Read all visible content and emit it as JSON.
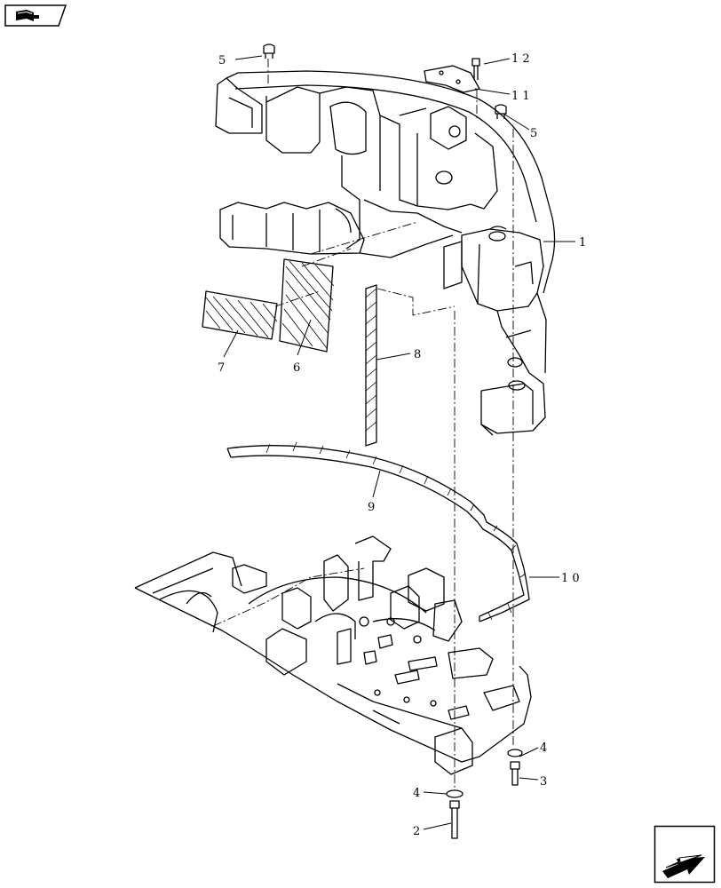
{
  "nav": {
    "top_left_icon": "book-arrow-icon",
    "bottom_right_icon": "next-page-arrow-icon"
  },
  "callouts": {
    "c1": "1",
    "c2": "2",
    "c3": "3",
    "c4a": "4",
    "c4b": "4",
    "c5a": "5",
    "c5b": "5",
    "c6": "6",
    "c7": "7",
    "c8": "8",
    "c9": "9",
    "c10": "1 0",
    "c11": "1 1",
    "c12": "1 2"
  }
}
